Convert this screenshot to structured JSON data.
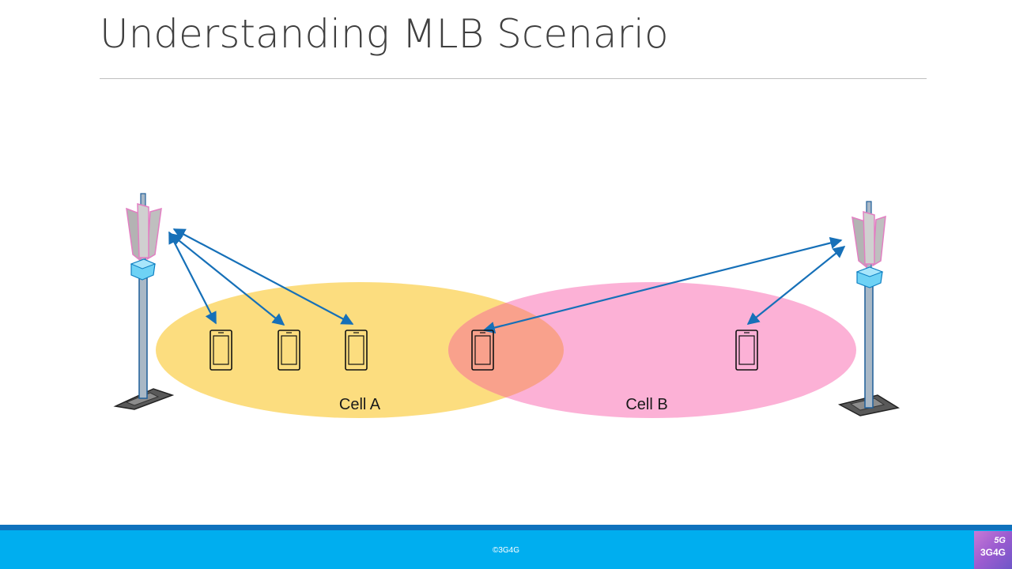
{
  "slide": {
    "title": "Understanding MLB Scenario"
  },
  "cells": [
    {
      "id": "A",
      "label": "Cell A",
      "color": "#fcd971"
    },
    {
      "id": "B",
      "label": "Cell B",
      "color": "#fca3cf"
    }
  ],
  "colors": {
    "arrow": "#1670b8",
    "overlap": "#f9a18c",
    "footer": "#00aeef",
    "footer_top": "#0f72bd"
  },
  "footer": {
    "copyright": "©3G4G"
  },
  "logo": {
    "badge": "5G",
    "brand": "3G4G"
  }
}
